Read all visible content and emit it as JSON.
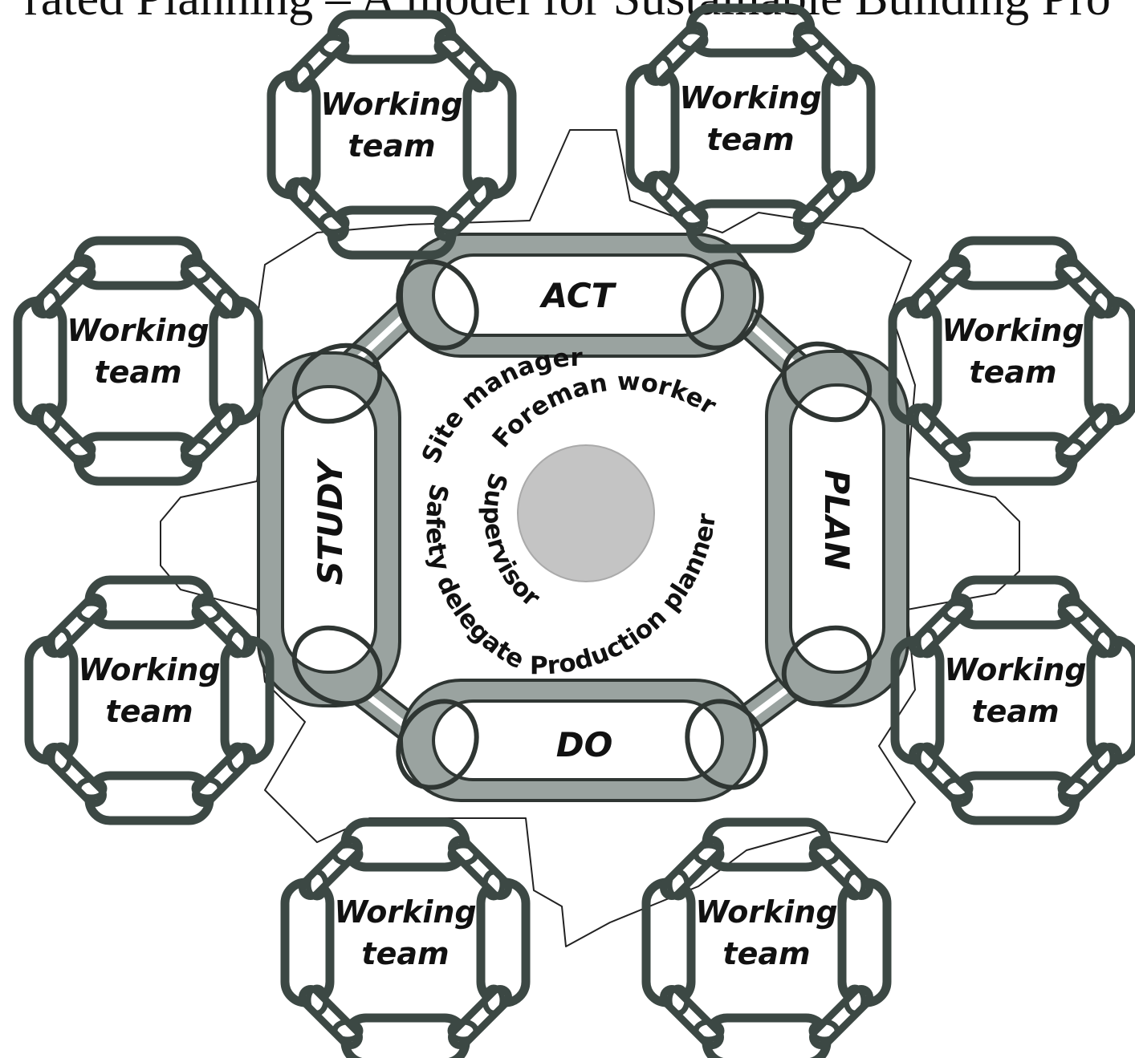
{
  "title": "rated Planning – A model for Sustainable Building Pro",
  "cycle": {
    "act": "ACT",
    "plan": "PLAN",
    "do": "DO",
    "study": "STUDY"
  },
  "roles": {
    "site_manager": "Site manager",
    "foreman": "Foreman",
    "worker": "worker",
    "supervisor": "Supervisor",
    "safety_delegate": "Safety delegate",
    "production_planner": "Production planner"
  },
  "teams": [
    {
      "line1": "Working",
      "line2": "team"
    },
    {
      "line1": "Working",
      "line2": "team"
    },
    {
      "line1": "Working",
      "line2": "team"
    },
    {
      "line1": "Working",
      "line2": "team"
    },
    {
      "line1": "Working",
      "line2": "team"
    },
    {
      "line1": "Working",
      "line2": "team"
    },
    {
      "line1": "Working",
      "line2": "team"
    },
    {
      "line1": "Working",
      "line2": "team"
    }
  ],
  "colors": {
    "chain_fill": "#9aa3a0",
    "chain_outline": "#2f3633",
    "team_chain": "#3c4844",
    "hub": "#c4c4c4",
    "background": "#ffffff"
  }
}
